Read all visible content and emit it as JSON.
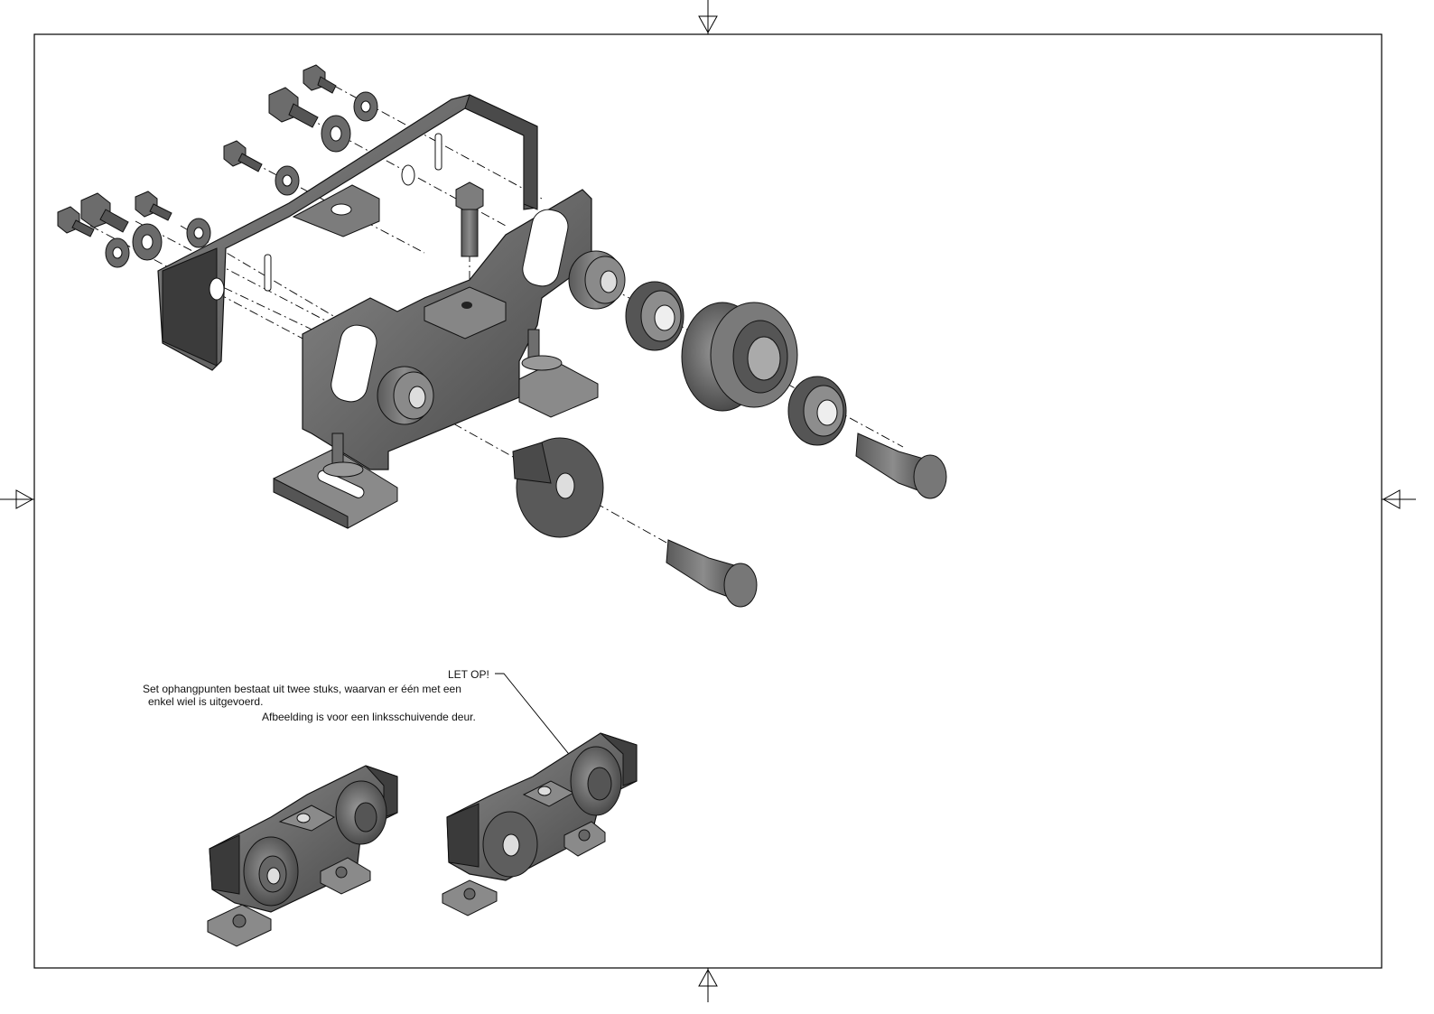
{
  "notes": {
    "heading": "LET OP!",
    "line1": "Set ophangpunten bestaat uit twee stuks, waarvan er één met een",
    "line2": "enkel wiel is uitgevoerd.",
    "line3": "Afbeelding is voor een linksschuivende deur."
  },
  "colors": {
    "frame": "#000000",
    "metal_dark": "#3e3e3e",
    "metal_mid": "#6a6a6a",
    "metal_light": "#9a9a9a",
    "highlight": "#c8c8c8"
  }
}
